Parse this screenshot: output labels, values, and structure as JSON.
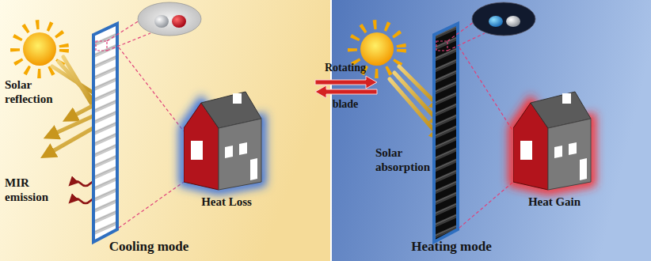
{
  "diagram": {
    "labels": [
      "Solar reflection",
      "Rotating blade",
      "MIR emission",
      "Heat Loss",
      "Cooling mode",
      "Solar absorption",
      "Heat Gain",
      "Heating mode"
    ]
  }
}
